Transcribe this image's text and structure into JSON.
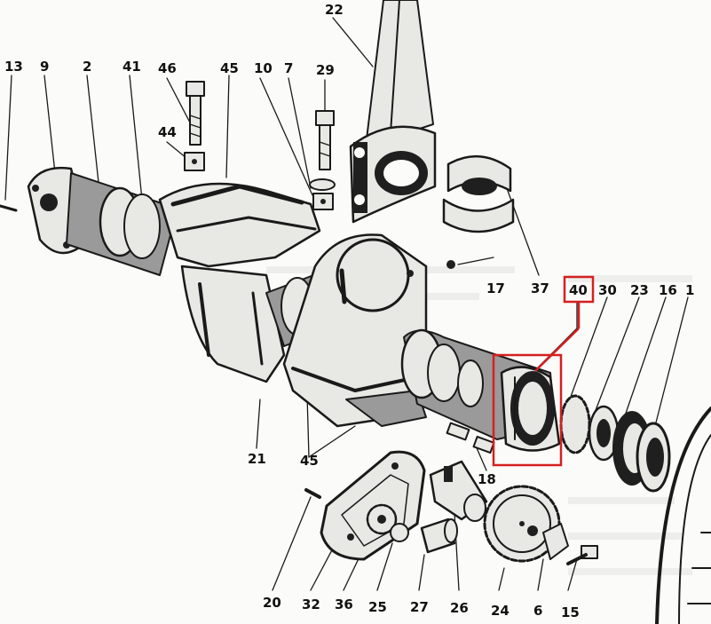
{
  "diagram": {
    "part_numbers": [
      "13",
      "9",
      "2",
      "41",
      "46",
      "45",
      "10",
      "7",
      "29",
      "22",
      "44",
      "17",
      "37",
      "40",
      "30",
      "23",
      "16",
      "1",
      "21",
      "45",
      "18",
      "20",
      "32",
      "36",
      "25",
      "27",
      "26",
      "24",
      "6",
      "15"
    ],
    "highlighted_part": "40",
    "highlight_color": "#d42020",
    "ink_color": "#1a1a1a"
  }
}
